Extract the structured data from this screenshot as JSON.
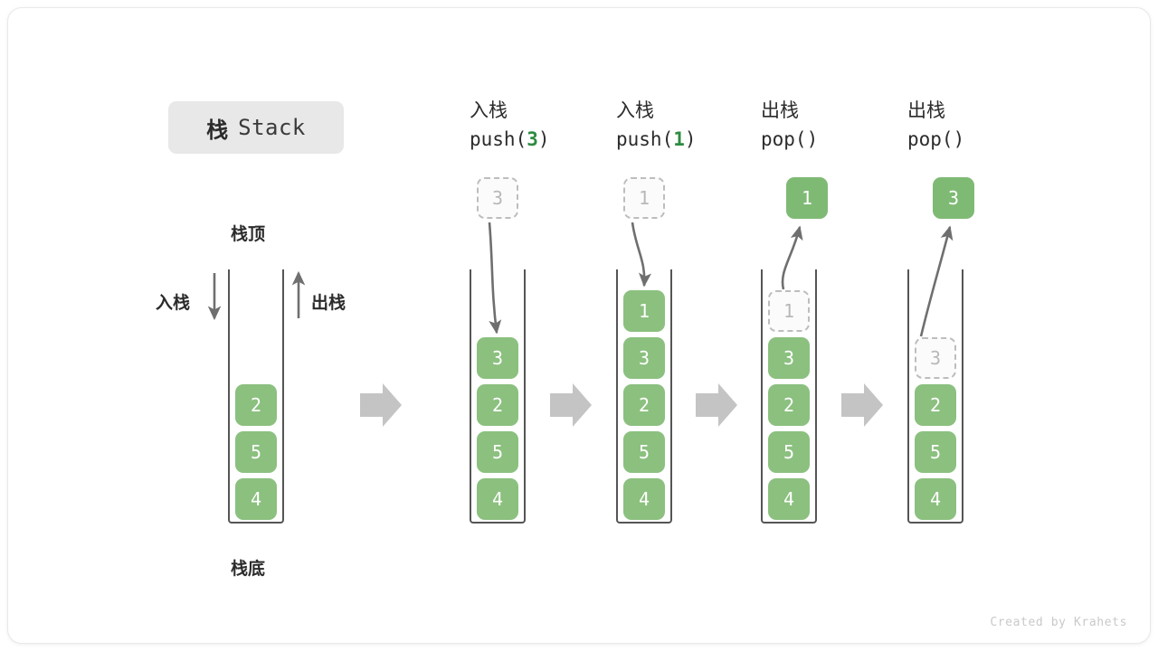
{
  "figure": {
    "title_cn": "栈",
    "title_en": "Stack",
    "credit": "Created by Krahets",
    "colors": {
      "element_green": "#8bc07f",
      "flying_green": "#7fba74",
      "ghost_gray": "#bdbdbd",
      "wall_gray": "#555555",
      "arrow_gray": "#c4c4c4",
      "curve_gray": "#6f6f6f",
      "text_dark": "#2b2b2b",
      "accent_green_text": "#2e8b41",
      "chip_bg": "#e8e8e8"
    }
  },
  "legend_panel": {
    "top_label": "栈顶",
    "bottom_label": "栈底",
    "push_label": "入栈",
    "pop_label": "出栈",
    "stack_values": [
      "2",
      "5",
      "4"
    ]
  },
  "steps": [
    {
      "id": "push-3",
      "op_cn": "入栈",
      "op_code_prefix": "push(",
      "op_code_arg": "3",
      "op_code_suffix": ")",
      "incoming_value": "3",
      "stack_values": [
        "3",
        "2",
        "5",
        "4"
      ],
      "ghost_index": -1,
      "ghost_value": "",
      "flying_value": ""
    },
    {
      "id": "push-1",
      "op_cn": "入栈",
      "op_code_prefix": "push(",
      "op_code_arg": "1",
      "op_code_suffix": ")",
      "incoming_value": "1",
      "stack_values": [
        "1",
        "3",
        "2",
        "5",
        "4"
      ],
      "ghost_index": -1,
      "ghost_value": "",
      "flying_value": ""
    },
    {
      "id": "pop-1",
      "op_cn": "出栈",
      "op_code_prefix": "pop(",
      "op_code_arg": "",
      "op_code_suffix": ")",
      "incoming_value": "",
      "stack_values": [
        "1",
        "3",
        "2",
        "5",
        "4"
      ],
      "ghost_index": 0,
      "ghost_value": "1",
      "flying_value": "1"
    },
    {
      "id": "pop-3",
      "op_cn": "出栈",
      "op_code_prefix": "pop(",
      "op_code_arg": "",
      "op_code_suffix": ")",
      "incoming_value": "",
      "stack_values": [
        "3",
        "2",
        "5",
        "4"
      ],
      "ghost_index": 0,
      "ghost_value": "3",
      "flying_value": "3"
    }
  ],
  "transitions": [
    "arrow-right-icon",
    "arrow-right-icon",
    "arrow-right-icon",
    "arrow-right-icon"
  ]
}
